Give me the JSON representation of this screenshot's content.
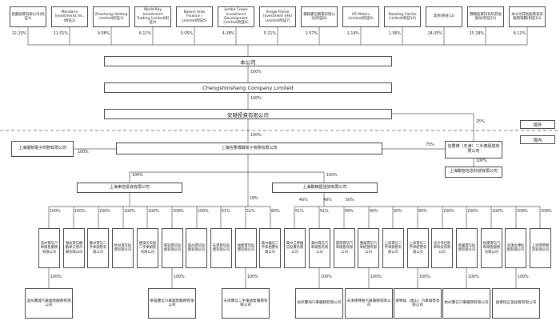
{
  "top_shareholders": [
    {
      "name": "昌圖投資有限公司(附註1)",
      "pct": "12.23%"
    },
    {
      "name": "Mandarin Investments Inc.(附註2)",
      "pct": "11.01%"
    },
    {
      "name": "Zhanhong Holding Limited(附註3)",
      "pct": "9.58%"
    },
    {
      "name": "World Key Investment Trading Limited(附註4)",
      "pct": "6.11%"
    },
    {
      "name": "Baoxin Auto Finance I Limited(附註5)",
      "pct": "5.05%"
    },
    {
      "name": "Jumbo Crown Investment Development Limited(附註6)",
      "pct": "4.28%"
    },
    {
      "name": "Image Frame Investment (HK) Limited(附註7)",
      "pct": "5.11%"
    },
    {
      "name": "僑錄豐信實業有限公司(附註8)",
      "pct": "2.57%"
    },
    {
      "name": "CR Maters Limited(附註9)",
      "pct": "2.14%"
    },
    {
      "name": "Dazzling Calcite Limited(附註10)",
      "pct": "1.56%"
    },
    {
      "name": "其他(附註11)",
      "pct": "24.05%"
    },
    {
      "name": "戰略股東持有的其他股份(附註12)",
      "pct": "15.18%"
    },
    {
      "name": "本公司其他股東及高級管理層(附註13)",
      "pct": "6.11%"
    }
  ],
  "chain": {
    "company": "本公司",
    "offshore_holdco": "Chengshinsheng Company Limited",
    "investment_holdco": "安馳投資有限公司"
  },
  "regions": {
    "offshore": "境外",
    "onshore": "境內"
  },
  "entities": {
    "left_ecom": "上海優勢電子商務有限公司",
    "center_ecom": "上海信豐博聯電子商務有限公司",
    "tianjin_usedcar": "信豐博（天津）二手車經營有限公司",
    "tech": "上海聯智信息科技有限公司",
    "mid_left": "上海聿信投資有限公司",
    "mid_right": "上海聯棟匯諮詢有限公司"
  },
  "labels": {
    "p100": "100%",
    "p75": "75%",
    "p25": "25%",
    "p18": "18%",
    "p40": "40%",
    "p49": "49%",
    "p50": "50%"
  },
  "subsidiaries": [
    {
      "name": "溫州寶信汽車銷售服務有限公司",
      "pct": "100%"
    },
    {
      "name": "濰坊寶信機動車交易市場有限公司",
      "pct": "100%"
    },
    {
      "name": "蘇州寶信二手車銷售有限公司",
      "pct": "100%"
    },
    {
      "name": "杭州寶信投資有限公司",
      "pct": "100%"
    },
    {
      "name": "慈溪天天拍二手車銷售有限公司",
      "pct": "100%"
    },
    {
      "name": "寧波寶信投資有限公司",
      "pct": "100%"
    },
    {
      "name": "貴州寶信投資有限公司",
      "pct": "100%"
    },
    {
      "name": "天津寶信投資有限公司",
      "pct": "51%"
    },
    {
      "name": "福建寶信投資有限公司",
      "pct": "51%"
    },
    {
      "name": "貴州優信二手車拍賣有限公司",
      "pct": "60%"
    },
    {
      "name": "貴州江寧優信投資有限公司",
      "pct": "51%"
    },
    {
      "name": "潮州寶信汽車銷售有限公司",
      "pct": "51%"
    },
    {
      "name": "雲南寶信汽車銷售有限公司",
      "pct": "49%"
    },
    {
      "name": "豐福寶信汽車經營有限公司",
      "pct": "40%"
    },
    {
      "name": "上海寶信二手車銷售有限公司",
      "pct": "50%"
    },
    {
      "name": "上海寶信二手車經營有限公司",
      "pct": "60%"
    },
    {
      "name": "北京考拉新車科技有限公司",
      "pct": "100%"
    },
    {
      "name": "新疆寶信投資有限公司",
      "pct": "100%"
    },
    {
      "name": "宿遷寶信汽車銷售服務有限公司",
      "pct": "100%"
    },
    {
      "name": "武漢古博投資有限公司",
      "pct": "100%"
    },
    {
      "name": "上海零勢物流有限公司",
      "pct": "100%"
    }
  ],
  "bottom_subsidiaries": [
    {
      "name": "溫州寶城汽車銷售服務有限公司",
      "pct": "100%"
    },
    {
      "name": "寧波寶信汽車銷售服務有限公司",
      "pct": "100%"
    },
    {
      "name": "天津寶信二手車銷售服務有限公司",
      "pct": "100%"
    },
    {
      "name": "尚亭豐海汽車服務有限公司",
      "pct": "100%"
    },
    {
      "name": "天津德特裕汽車服務有限公司",
      "pct": "100%"
    },
    {
      "name": "德特福（唐山）汽車銷售有限公司",
      "pct": "100%"
    },
    {
      "name": "杭州寶信汽車服務有限公司",
      "pct": "100%"
    },
    {
      "name": "啟東悅正美投資有限公司",
      "pct": "100%"
    }
  ]
}
